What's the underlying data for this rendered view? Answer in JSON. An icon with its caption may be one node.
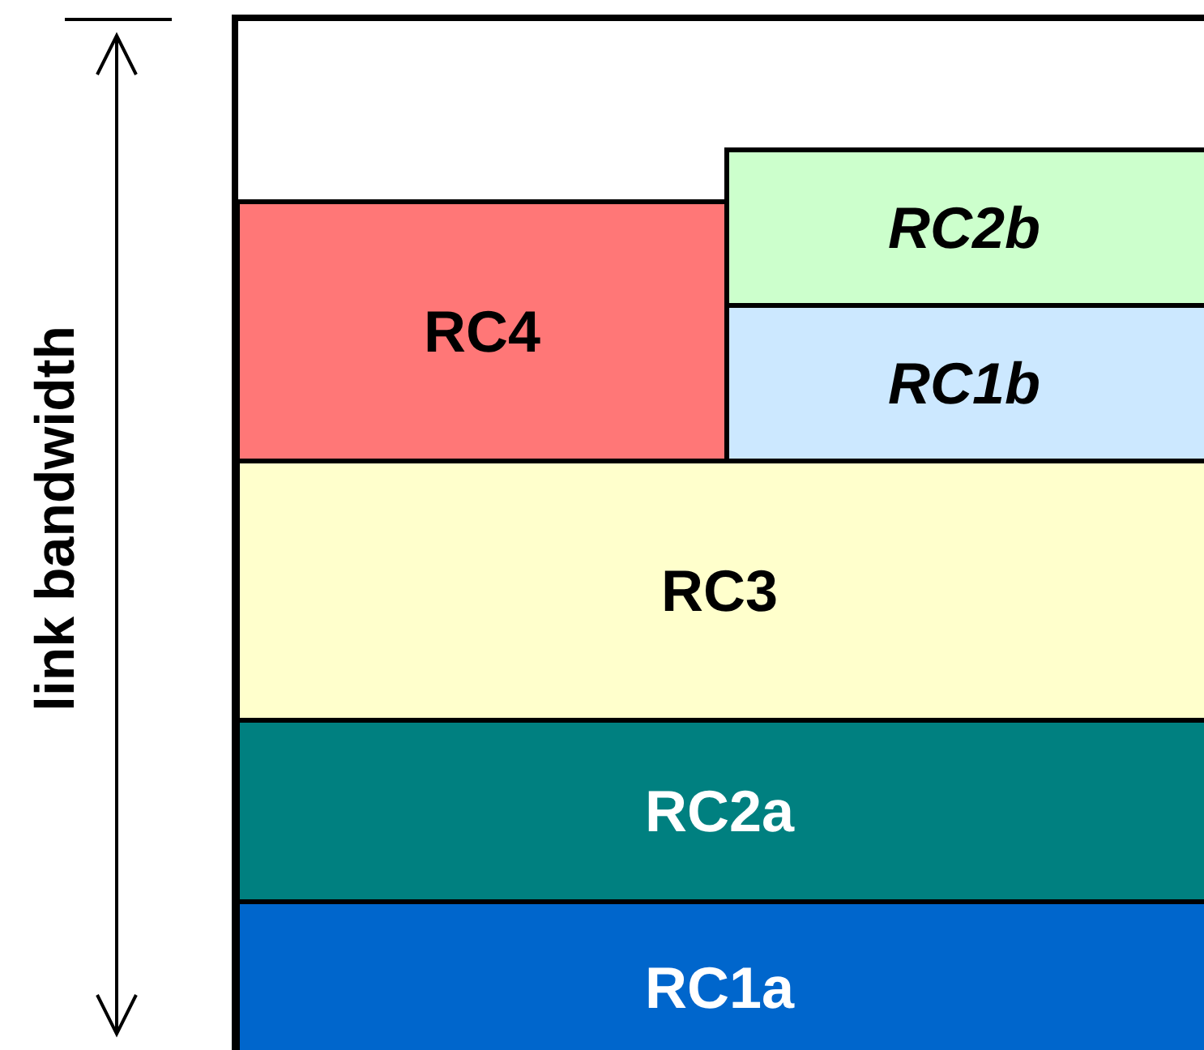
{
  "diagram": {
    "nodes": [
      {
        "text": [
          "RC2b"
        ]
      },
      {
        "text": [
          "RC4"
        ]
      },
      {
        "text": [
          "RC1b"
        ]
      },
      {
        "text": [
          "RC3"
        ]
      },
      {
        "text": [
          "RC2a"
        ]
      },
      {
        "text": [
          "RC1a"
        ]
      }
    ],
    "labels": [
      "link bandwidth"
    ]
  }
}
